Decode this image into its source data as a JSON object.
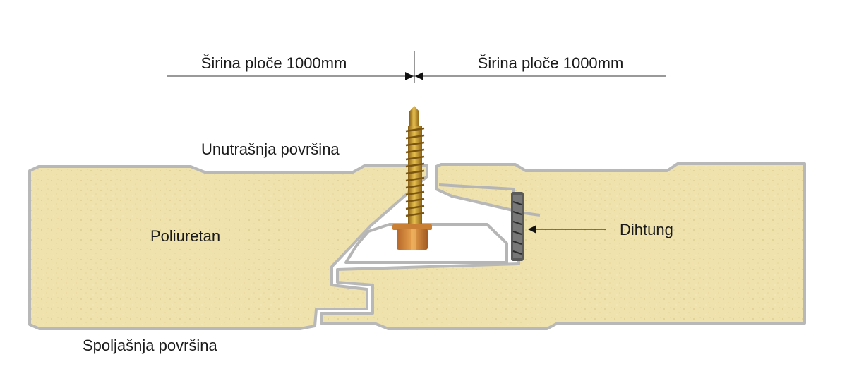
{
  "labels": {
    "width_left": "Širina ploče 1000mm",
    "width_right": "Širina ploče 1000mm",
    "inner_surface": "Unutrašnja površina",
    "outer_surface": "Spoljašnja površina",
    "core_material": "Poliuretan",
    "gasket": "Dihtung"
  },
  "colors": {
    "foam": "#efe2ac",
    "sheet": "#b9b9b9",
    "screw": "#c99a2c",
    "gasket": "#5a5a5a",
    "text": "#1a1a1a"
  },
  "icons": [
    "screw-icon",
    "gasket-icon",
    "arrow-icon"
  ]
}
